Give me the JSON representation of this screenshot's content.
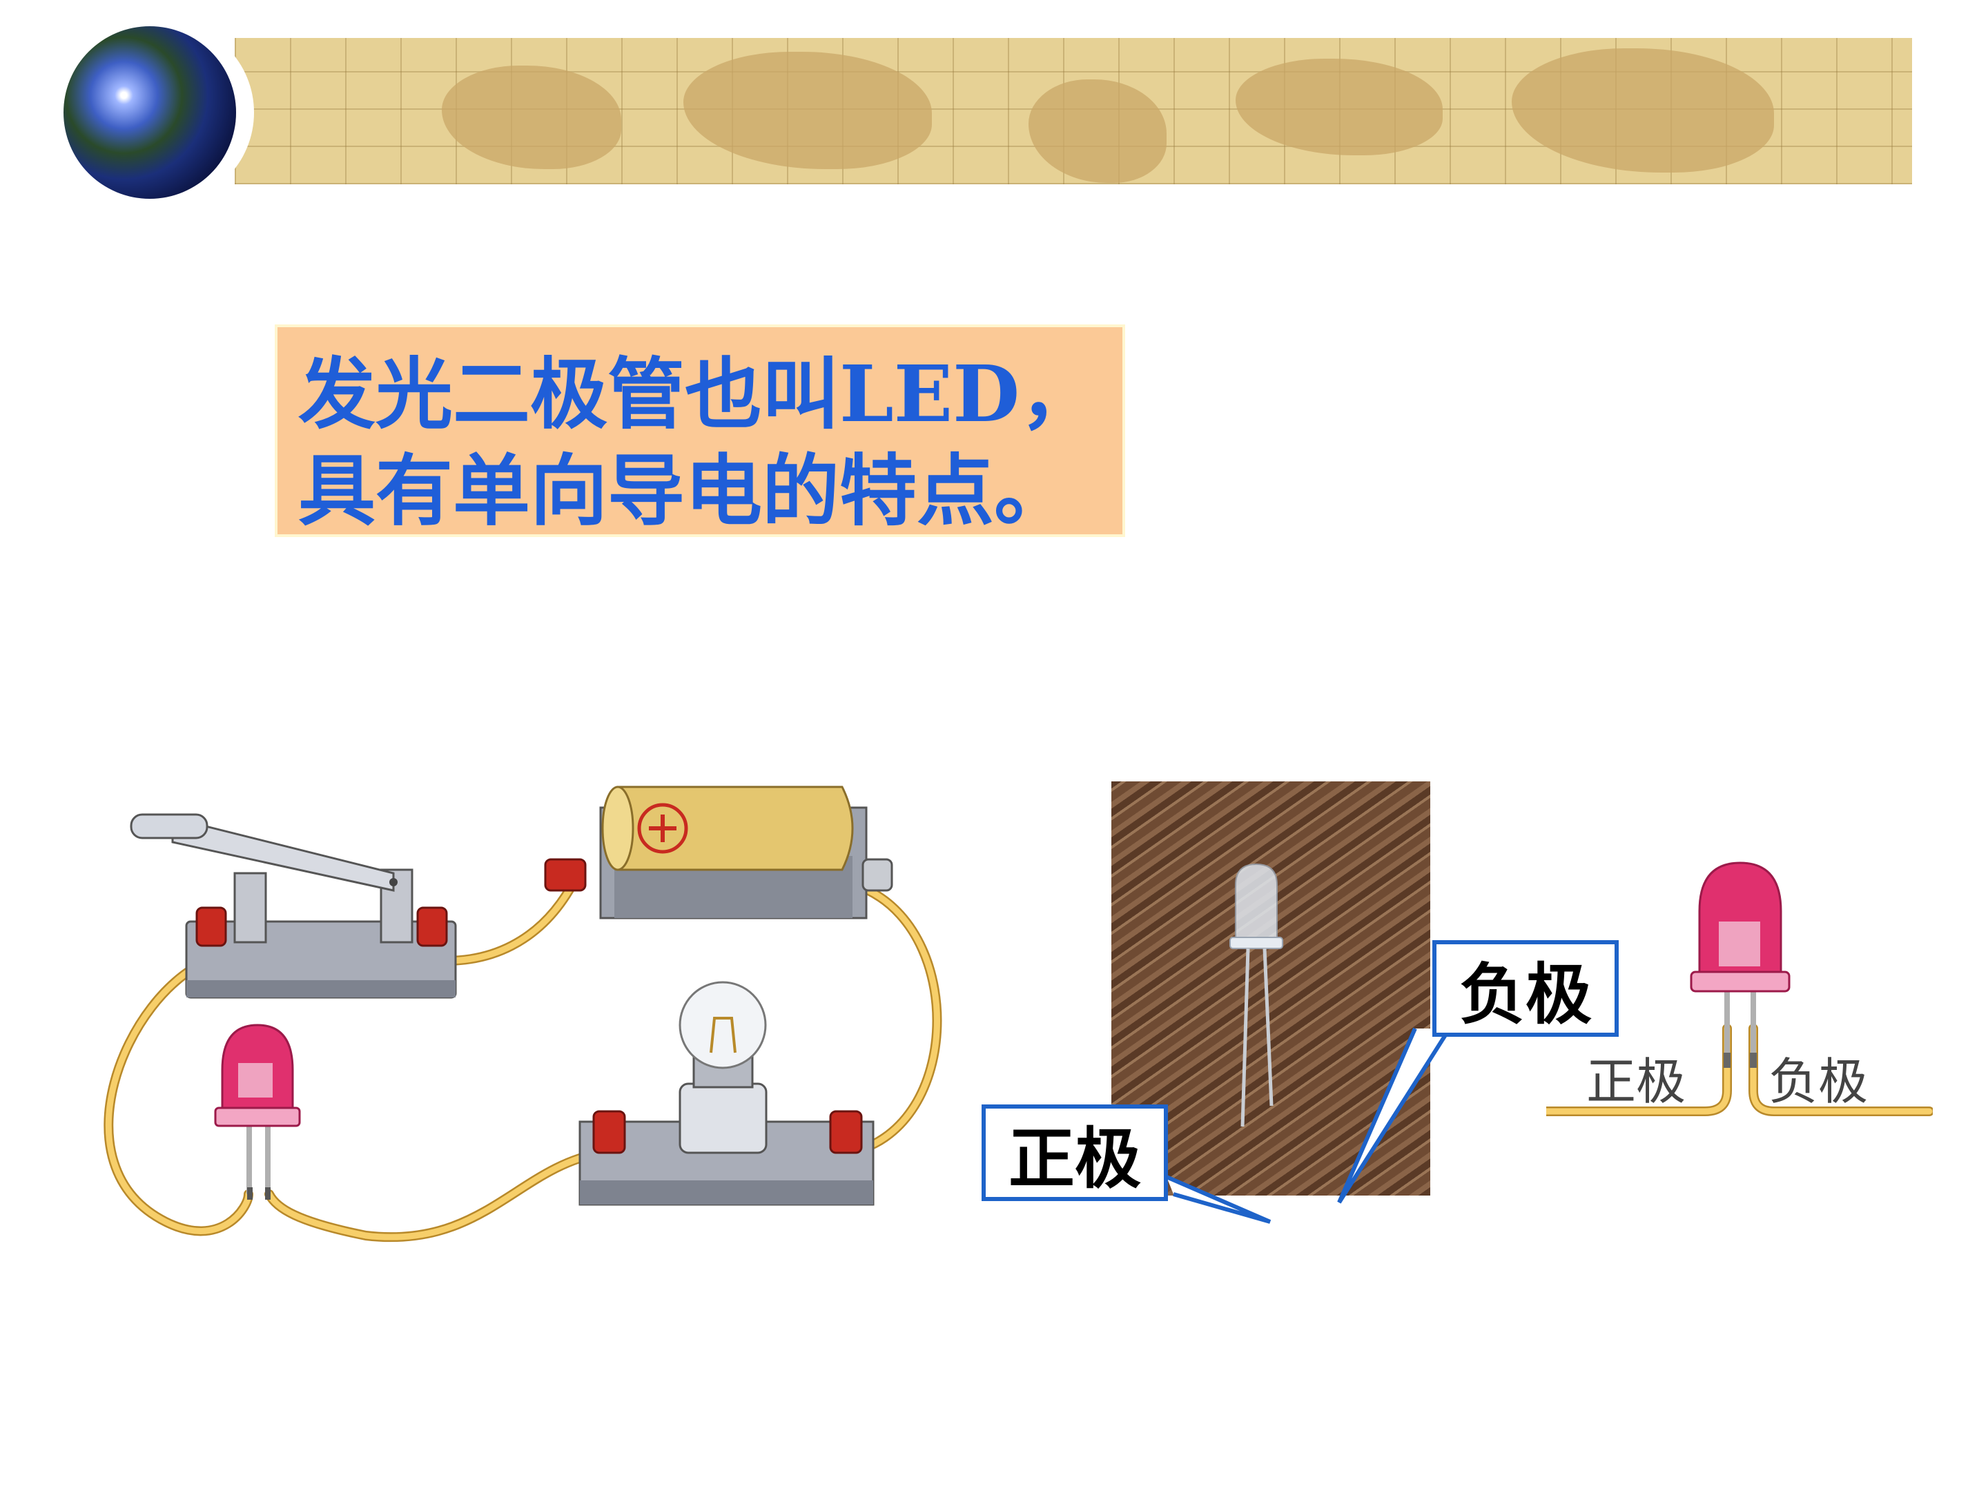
{
  "info_box": {
    "line1": "发光二极管也叫LED，",
    "line2": "具有单向导电的特点。"
  },
  "photo_callouts": {
    "positive": "正极",
    "negative": "负极"
  },
  "led_diagram": {
    "positive": "正极",
    "negative": "负极"
  },
  "colors": {
    "title_text": "#1f5ed8",
    "info_box_bg": "#fbc996",
    "callout_border": "#1e63c9",
    "wire": "#f2c24a",
    "led_body": "#e0306e",
    "terminal": "#c82a20",
    "header_band": "#e6d195"
  },
  "icons": [
    "globe-icon",
    "knife-switch-icon",
    "battery-icon",
    "light-bulb-icon",
    "led-icon"
  ]
}
